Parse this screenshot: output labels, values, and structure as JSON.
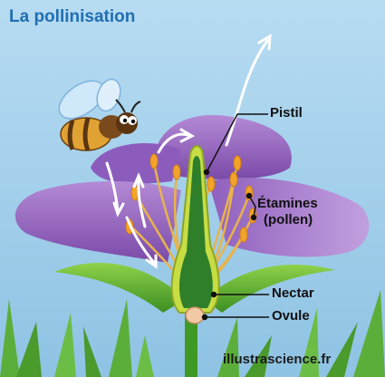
{
  "title": "La pollinisation",
  "labels": {
    "pistil": "Pistil",
    "etamines": "Étamines",
    "pollen": "(pollen)",
    "nectar": "Nectar",
    "ovule": "Ovule"
  },
  "credit": "illustrascience.fr",
  "colors": {
    "sky": "#a9d2ec",
    "petal": "#9b6ac4",
    "petal_dark": "#6e3f98",
    "leaf": "#46a52b",
    "pistil": "#c8e04a",
    "stamen": "#f2a32b",
    "ovule": "#f1c9a5",
    "title": "#1f6fb2"
  }
}
